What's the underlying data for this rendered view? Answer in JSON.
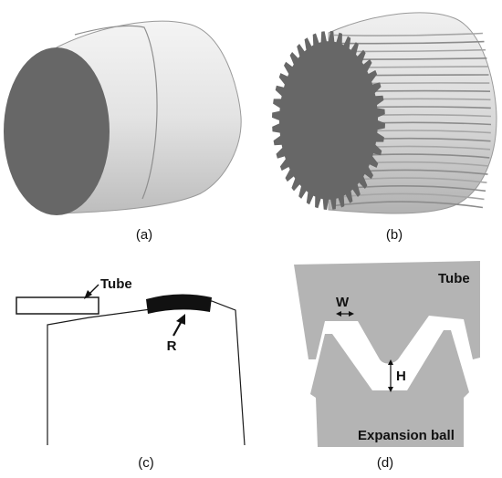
{
  "panels": {
    "a": {
      "label": "(a)"
    },
    "b": {
      "label": "(b)"
    },
    "c": {
      "label": "(c)",
      "tube_label": "Tube",
      "radius_label": "R"
    },
    "d": {
      "label": "(d)",
      "tube_label": "Tube",
      "width_label": "W",
      "height_label": "H",
      "ball_label": "Expansion ball"
    }
  },
  "colors": {
    "face_dark": "#676767",
    "body_light": "#dcdcdc",
    "section_gray": "#b4b4b4",
    "line": "#1a1a1a"
  },
  "gear_teeth_count": 40
}
